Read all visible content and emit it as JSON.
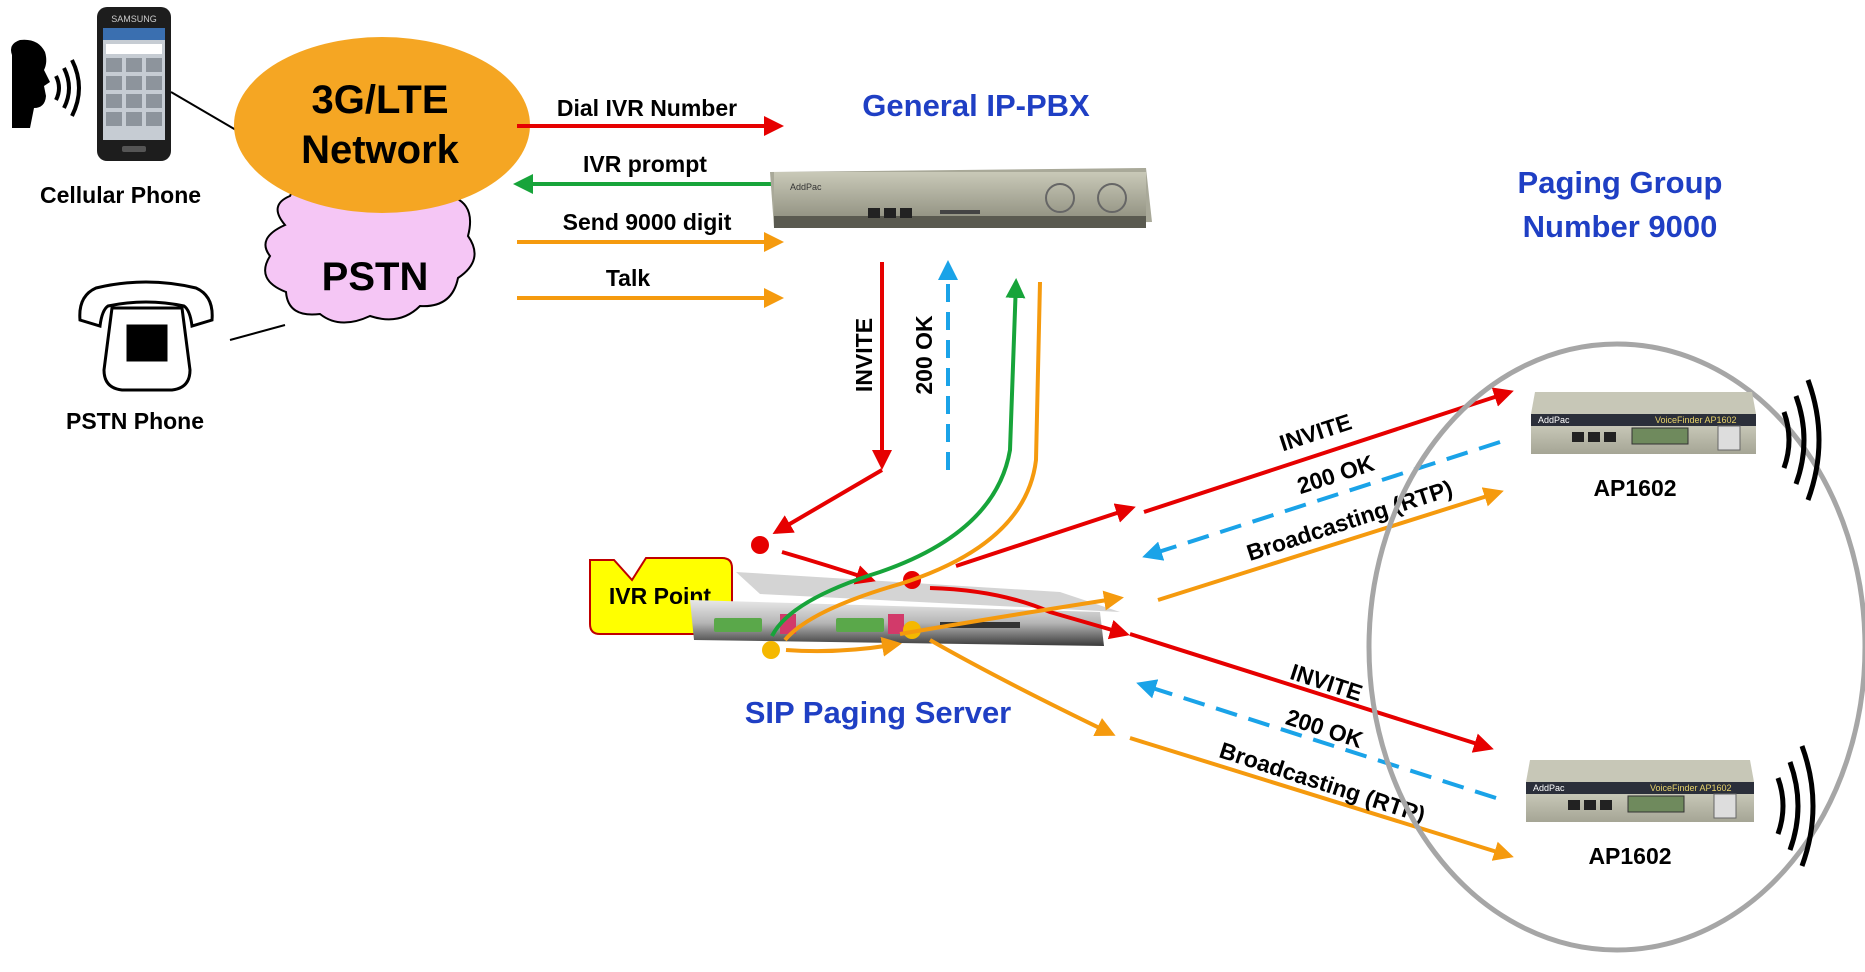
{
  "labels": {
    "cellular_phone": "Cellular Phone",
    "pstn_phone": "PSTN Phone",
    "network_3g": "3G/LTE",
    "network_3g_line2": "Network",
    "pstn_cloud": "PSTN",
    "ip_pbx": "General IP-PBX",
    "paging_group_line1": "Paging Group",
    "paging_group_line2": "Number 9000",
    "ivr_point": "IVR Point",
    "sip_server": "SIP Paging Server",
    "ap_top": "AP1602",
    "ap_bottom": "AP1602"
  },
  "messages": {
    "dial": "Dial IVR Number",
    "prompt": "IVR prompt",
    "send": "Send 9000 digit",
    "talk": "Talk",
    "invite_pbx": "INVITE",
    "ok_pbx": "200 OK",
    "invite_top": "INVITE",
    "ok_top": "200 OK",
    "rtp_top": "Broadcasting (RTP)",
    "invite_bottom": "INVITE",
    "ok_bottom": "200 OK",
    "rtp_bottom": "Broadcasting (RTP)"
  },
  "device_text": {
    "phone_brand": "SAMSUNG",
    "pbx_brand": "AddPac",
    "ap_brand_top": "AddPac",
    "ap_model_top": "VoiceFinder AP1602",
    "ap_brand_bottom": "AddPac",
    "ap_model_bottom": "VoiceFinder AP1602"
  },
  "colors": {
    "invite": "#e60000",
    "ok": "#1aa3e8",
    "prompt": "#17a43a",
    "media": "#f59a0e",
    "title": "#1f3fc4",
    "network": "#f5a623",
    "pstn": "#f5c6f5",
    "ivr_box": "#ffff00"
  },
  "icons": [
    "speaking-person-icon",
    "sound-waves-icon",
    "telephone-icon",
    "mobile-phone-icon"
  ]
}
